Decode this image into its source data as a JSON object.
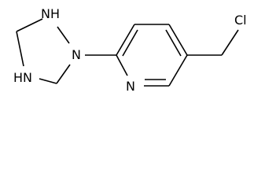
{
  "molecule": {
    "atoms": {
      "nh_top": "NH",
      "n_ring": "N",
      "hn_bottom": "HN",
      "n_pyridine": "N",
      "cl": "Cl"
    }
  }
}
